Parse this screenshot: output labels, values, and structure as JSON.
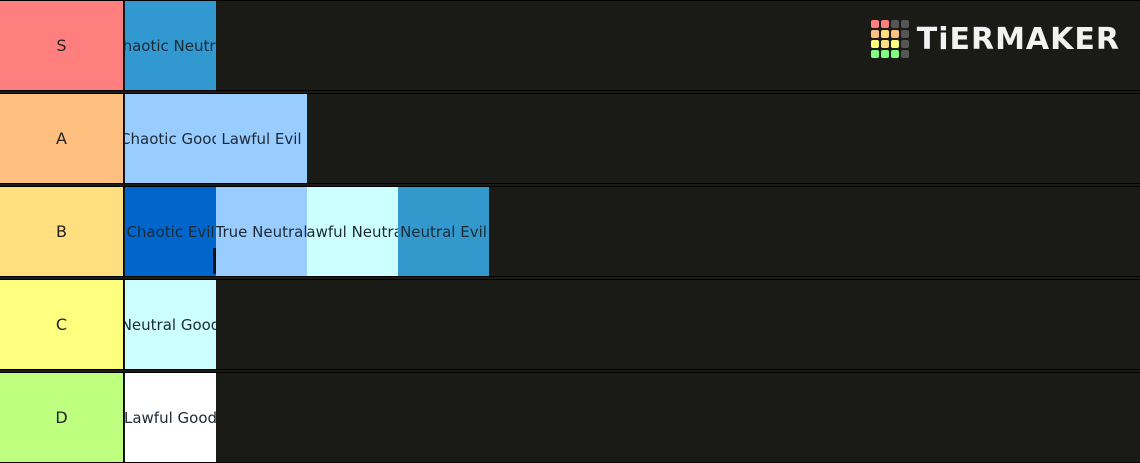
{
  "logo": {
    "text": "TiERMAKER",
    "grid_colors": [
      "#ff7f7f",
      "#ff7f7f",
      "#555555",
      "#555555",
      "#ffbf7f",
      "#ffdf7f",
      "#ffbf7f",
      "#555555",
      "#ffff7f",
      "#ffdf7f",
      "#ffff7f",
      "#555555",
      "#7fff7f",
      "#7fff7f",
      "#7fff7f",
      "#555555"
    ]
  },
  "tiers": [
    {
      "label": "S",
      "color": "#ff7f7f",
      "items": [
        {
          "text": "Chaotic Neutral",
          "bg": "#3298d0"
        }
      ]
    },
    {
      "label": "A",
      "color": "#ffbf7f",
      "items": [
        {
          "text": "Chaotic Good",
          "bg": "#99ccff"
        },
        {
          "text": "Lawful Evil",
          "bg": "#99ccff"
        }
      ]
    },
    {
      "label": "B",
      "color": "#ffdf7f",
      "items": [
        {
          "text": "Chaotic Evil",
          "bg": "#0066cc"
        },
        {
          "text": "True Neutral",
          "bg": "#99ccff"
        },
        {
          "text": "Lawful Neutral",
          "bg": "#ccffff"
        },
        {
          "text": "Neutral Evil",
          "bg": "#3399cc"
        }
      ]
    },
    {
      "label": "C",
      "color": "#ffff7f",
      "items": [
        {
          "text": "Neutral Good",
          "bg": "#ccffff"
        }
      ]
    },
    {
      "label": "D",
      "color": "#bfff7f",
      "items": [
        {
          "text": "Lawful Good",
          "bg": "#ffffff"
        }
      ]
    }
  ]
}
